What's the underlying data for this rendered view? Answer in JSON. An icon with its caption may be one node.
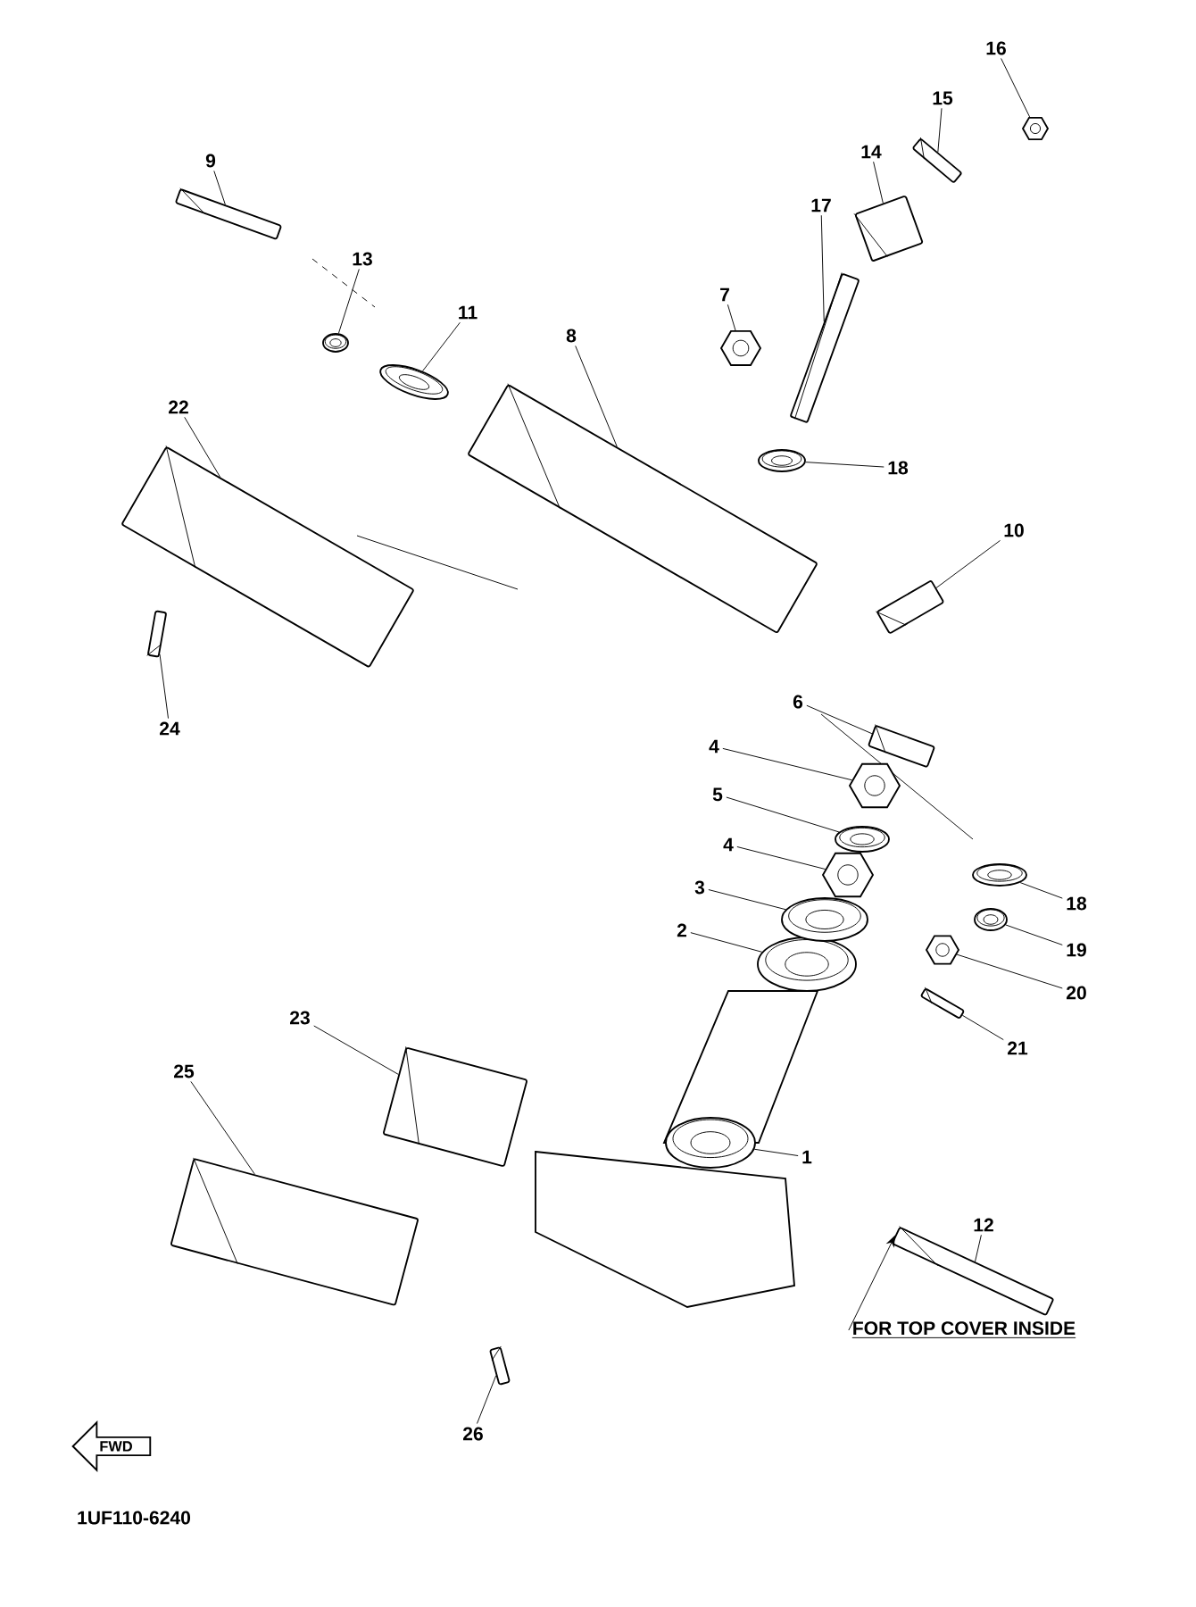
{
  "diagram": {
    "nodes": [
      {
        "text": [
          "1"
        ]
      },
      {
        "text": [
          "2"
        ]
      },
      {
        "text": [
          "3"
        ]
      },
      {
        "text": [
          "4"
        ]
      },
      {
        "text": [
          "5"
        ]
      },
      {
        "text": [
          "4"
        ]
      },
      {
        "text": [
          "6"
        ]
      },
      {
        "text": [
          "7"
        ]
      },
      {
        "text": [
          "8"
        ]
      },
      {
        "text": [
          "9"
        ]
      },
      {
        "text": [
          "10"
        ]
      },
      {
        "text": [
          "11"
        ]
      },
      {
        "text": [
          "12"
        ]
      },
      {
        "text": [
          "13"
        ]
      },
      {
        "text": [
          "14"
        ]
      },
      {
        "text": [
          "15"
        ]
      },
      {
        "text": [
          "16"
        ]
      },
      {
        "text": [
          "17"
        ]
      },
      {
        "text": [
          "18"
        ]
      },
      {
        "text": [
          "18"
        ]
      },
      {
        "text": [
          "19"
        ]
      },
      {
        "text": [
          "20"
        ]
      },
      {
        "text": [
          "21"
        ]
      },
      {
        "text": [
          "22"
        ]
      },
      {
        "text": [
          "23"
        ]
      },
      {
        "text": [
          "24"
        ]
      },
      {
        "text": [
          "25"
        ]
      },
      {
        "text": [
          "26"
        ]
      },
      {
        "text": [],
        "shape": "picture"
      },
      {
        "text": [],
        "shape": "picture"
      },
      {
        "text": [],
        "shape": "picture"
      },
      {
        "text": [],
        "shape": "picture"
      },
      {
        "text": [],
        "shape": "picture"
      },
      {
        "text": [],
        "shape": "picture"
      },
      {
        "text": [],
        "shape": "picture"
      },
      {
        "text": [],
        "shape": "picture"
      },
      {
        "text": [],
        "shape": "picture"
      },
      {
        "text": [],
        "shape": "picture"
      },
      {
        "text": [],
        "shape": "picture"
      },
      {
        "text": [],
        "shape": "picture"
      },
      {
        "text": [],
        "shape": "picture"
      },
      {
        "text": [],
        "shape": "picture"
      },
      {
        "text": [],
        "shape": "picture"
      },
      {
        "text": [],
        "shape": "picture"
      },
      {
        "text": [],
        "shape": "picture"
      },
      {
        "text": [],
        "shape": "picture"
      },
      {
        "text": [],
        "shape": "picture"
      },
      {
        "text": [],
        "shape": "picture"
      },
      {
        "text": [],
        "shape": "picture"
      },
      {
        "text": [],
        "shape": "picture"
      },
      {
        "text": [],
        "shape": "picture"
      },
      {
        "text": [],
        "shape": "picture"
      },
      {
        "text": [],
        "shape": "picture"
      },
      {
        "text": [],
        "shape": "picture"
      },
      {
        "text": [],
        "shape": "picture"
      },
      {
        "text": [],
        "shape": "picture"
      },
      {
        "text": [
          "FOR TOP COVER INSIDE"
        ]
      },
      {
        "text": [
          "FWD"
        ]
      }
    ],
    "edges": [
      {
        "from": 0,
        "to": 28,
        "arrow": "none"
      },
      {
        "from": 1,
        "to": 29,
        "arrow": "none"
      },
      {
        "from": 2,
        "to": 30,
        "arrow": "none"
      },
      {
        "from": 3,
        "to": 31,
        "arrow": "none"
      },
      {
        "from": 4,
        "to": 32,
        "arrow": "none"
      },
      {
        "from": 5,
        "to": 33,
        "arrow": "none"
      },
      {
        "from": 6,
        "to": 34,
        "arrow": "none"
      },
      {
        "from": 7,
        "to": 35,
        "arrow": "none"
      },
      {
        "from": 8,
        "to": 36,
        "arrow": "none"
      },
      {
        "from": 9,
        "to": 37,
        "arrow": "none"
      },
      {
        "from": 10,
        "to": 38,
        "arrow": "none"
      },
      {
        "from": 11,
        "to": 39,
        "arrow": "none"
      },
      {
        "from": 12,
        "to": 40,
        "arrow": "none"
      },
      {
        "from": 13,
        "to": 41,
        "arrow": "none"
      },
      {
        "from": 14,
        "to": 42,
        "arrow": "none"
      },
      {
        "from": 15,
        "to": 43,
        "arrow": "none"
      },
      {
        "from": 16,
        "to": 44,
        "arrow": "none"
      },
      {
        "from": 17,
        "to": 45,
        "arrow": "none"
      },
      {
        "from": 18,
        "to": 46,
        "arrow": "none"
      },
      {
        "from": 19,
        "to": 47,
        "arrow": "none"
      },
      {
        "from": 20,
        "to": 48,
        "arrow": "none"
      },
      {
        "from": 21,
        "to": 49,
        "arrow": "none"
      },
      {
        "from": 22,
        "to": 50,
        "arrow": "none"
      },
      {
        "from": 23,
        "to": 51,
        "arrow": "none"
      },
      {
        "from": 24,
        "to": 52,
        "arrow": "none"
      },
      {
        "from": 25,
        "to": 53,
        "arrow": "none"
      },
      {
        "from": 26,
        "to": 54,
        "arrow": "none"
      },
      {
        "from": 27,
        "to": 55,
        "arrow": "none"
      },
      {
        "from": 56,
        "to": 40,
        "arrow": "to"
      }
    ],
    "labels": [
      "1UF110-6240"
    ]
  }
}
